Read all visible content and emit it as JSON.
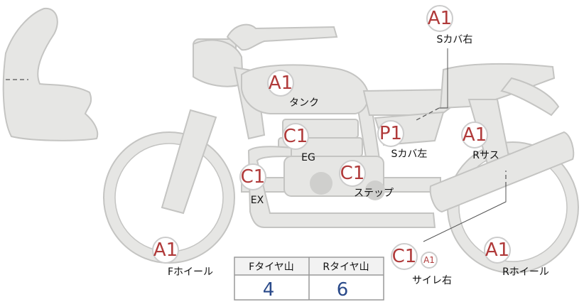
{
  "markers": {
    "side_cover_right": {
      "grade": "A1",
      "label": "Sカバ右"
    },
    "tank": {
      "grade": "A1",
      "label": "タンク"
    },
    "engine": {
      "grade": "C1",
      "label": "EG"
    },
    "side_cover_left": {
      "grade": "P1",
      "label": "Sカバ左"
    },
    "rear_suspension": {
      "grade": "A1",
      "label": "Rサス"
    },
    "exhaust": {
      "grade": "C1",
      "label": "EX"
    },
    "step": {
      "grade": "C1",
      "label": "ステップ"
    },
    "front_wheel": {
      "grade": "A1",
      "label": "Fホイール"
    },
    "muffler_right": {
      "grade": "C1",
      "sub_grade": "A1",
      "label": "サイレ右"
    },
    "rear_wheel": {
      "grade": "A1",
      "label": "Rホイール"
    }
  },
  "tire_table": {
    "headers": [
      "Fタイヤ山",
      "Rタイヤ山"
    ],
    "values": [
      "4",
      "6"
    ]
  },
  "colors": {
    "grade_text": "#b03a3a",
    "circle_stroke": "#cccccc",
    "body_fill": "#e6e6e4",
    "body_stroke": "#c4c4c2",
    "table_value": "#2a4a8a",
    "table_border": "#999999",
    "table_header_bg": "#f2f2f2",
    "label_text": "#111111"
  }
}
